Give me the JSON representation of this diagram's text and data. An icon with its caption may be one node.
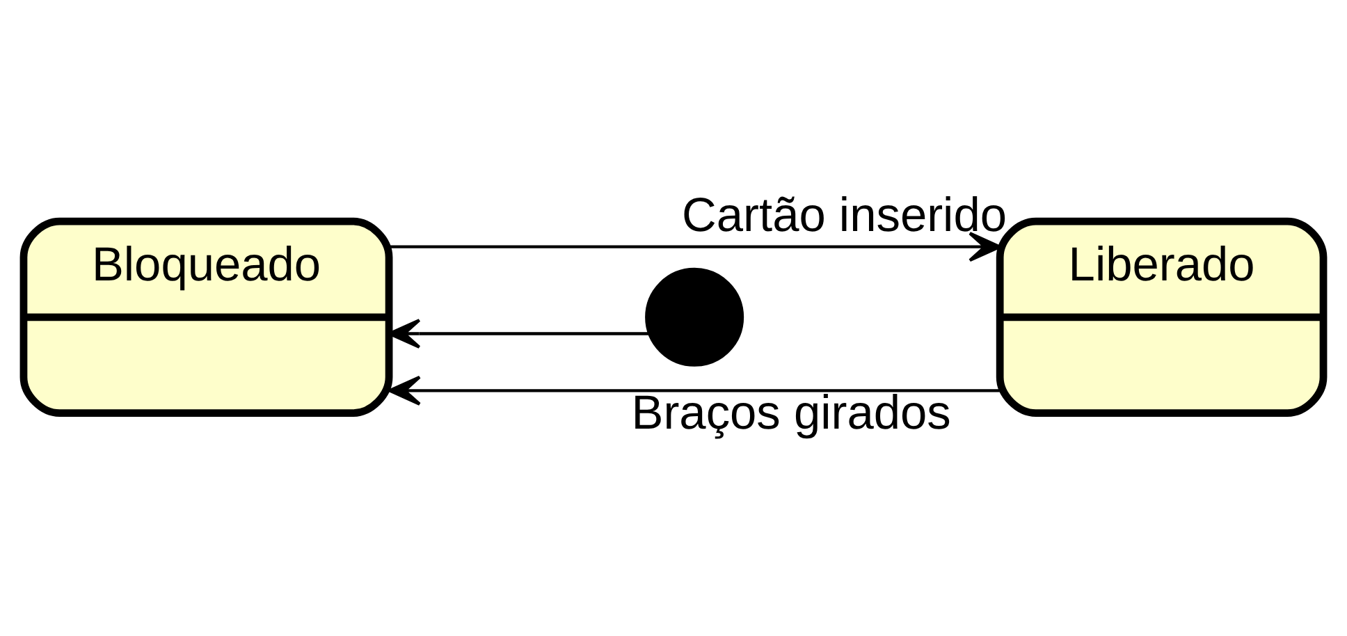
{
  "diagram": {
    "nodes": [
      {
        "text": [
          "Bloqueado"
        ]
      },
      {
        "text": [
          "Liberado"
        ]
      },
      {
        "text": [],
        "shape": "circle"
      }
    ],
    "edges": [
      {
        "from": 0,
        "to": 1,
        "arrow": "to",
        "label": "Cartão inserido"
      },
      {
        "from": 1,
        "to": 0,
        "arrow": "to",
        "label": "Braços girados"
      },
      {
        "from": 2,
        "to": 0,
        "arrow": "to"
      }
    ]
  }
}
